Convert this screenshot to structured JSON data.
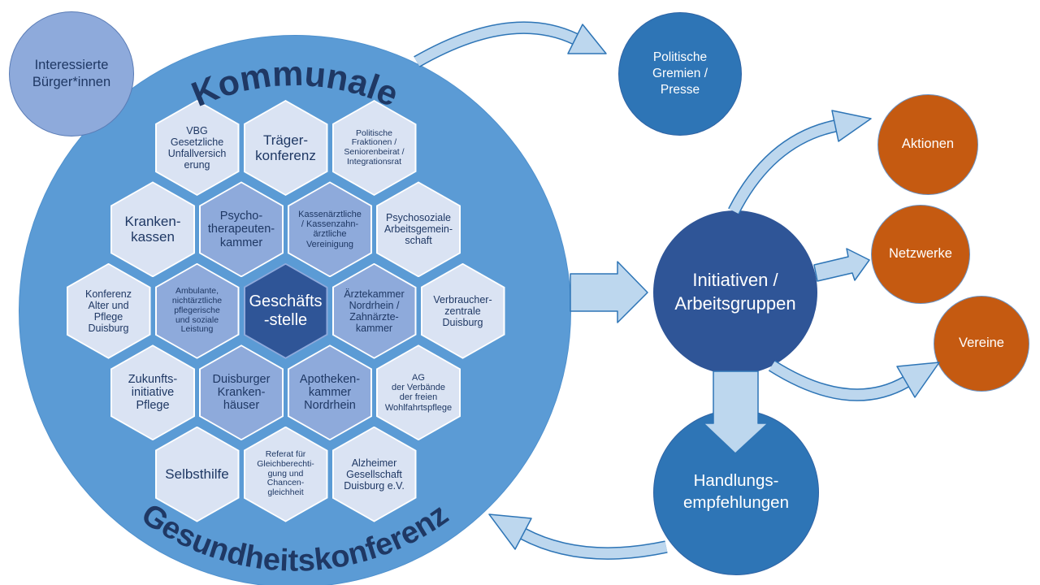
{
  "title": {
    "top": "Kommunale",
    "bottom": "Gesundheitskonferenz"
  },
  "colors": {
    "circle_bg": "#5B9BD5",
    "hex_light": "#DAE3F3",
    "hex_medium": "#8EAADB",
    "hex_dark": "#2F5597",
    "satellite_periwinkle": "#8EAADB",
    "satellite_blue": "#2E75B6",
    "satellite_dark_blue": "#2F5597",
    "satellite_orange": "#C55A11",
    "arrow_fill": "#BDD7EE",
    "arrow_outline": "#2E75B6",
    "title_color": "#1F3864",
    "text_dark": "#1F3864"
  },
  "hexagon_rows": [
    [
      {
        "id": "vbg-gesetzliche-unfallversicherung",
        "label": "VBG\nGesetzliche\nUnfallversich\nerung",
        "tone": "light"
      },
      {
        "id": "traegerkonferenz",
        "label": "Träger-\nkonferenz",
        "tone": "light"
      },
      {
        "id": "politische-fraktionen",
        "label": "Politische\nFraktionen /\nSeniorenbeirat /\nIntegrationsrat",
        "tone": "light"
      }
    ],
    [
      {
        "id": "krankenkassen",
        "label": "Kranken-\nkassen",
        "tone": "light"
      },
      {
        "id": "psychotherapeutenkammer",
        "label": "Psycho-\ntherapeuten-\nkammer",
        "tone": "medium"
      },
      {
        "id": "kassenaerztliche-vereinigung",
        "label": "Kassenärztliche\n/ Kassenzahn-\närztliche\nVereinigung",
        "tone": "medium"
      },
      {
        "id": "psychosoziale-arbeitsgemeinschaft",
        "label": "Psychosoziale\nArbeitsgemein-\nschaft",
        "tone": "light"
      }
    ],
    [
      {
        "id": "konferenz-alter-und-pflege",
        "label": "Konferenz\nAlter und\nPflege\nDuisburg",
        "tone": "light"
      },
      {
        "id": "ambulante-leistung",
        "label": "Ambulante,\nnichtärztliche\npflegerische\nund soziale\nLeistung",
        "tone": "medium"
      },
      {
        "id": "geschaeftsstelle",
        "label": "Geschäfts\n-stelle",
        "tone": "dark"
      },
      {
        "id": "aerztekammer-zahnaerztekammer",
        "label": "Ärztekammer\nNordrhein /\nZahnärzte-\nkammer",
        "tone": "medium"
      },
      {
        "id": "verbraucherzentrale",
        "label": "Verbraucher-\nzentrale\nDuisburg",
        "tone": "light"
      }
    ],
    [
      {
        "id": "zukunftsinitiative-pflege",
        "label": "Zukunfts-\ninitiative\nPflege",
        "tone": "light"
      },
      {
        "id": "duisburger-krankenhaeuser",
        "label": "Duisburger\nKranken-\nhäuser",
        "tone": "medium"
      },
      {
        "id": "apothekenkammer-nordrhein",
        "label": "Apotheken-\nkammer\nNordrhein",
        "tone": "medium"
      },
      {
        "id": "ag-freie-wohlfahrtspflege",
        "label": "AG\nder Verbände\nder freien\nWohlfahrtspflege",
        "tone": "light"
      }
    ],
    [
      {
        "id": "selbsthilfe",
        "label": "Selbsthilfe",
        "tone": "light"
      },
      {
        "id": "referat-gleichberechtigung",
        "label": "Referat für\nGleichberechti-\ngung und\nChancen-\ngleichheit",
        "tone": "light"
      },
      {
        "id": "alzheimer-gesellschaft",
        "label": "Alzheimer\nGesellschaft\nDuisburg e.V.",
        "tone": "light"
      }
    ]
  ],
  "satellites": [
    {
      "id": "interessierte-buergerinnen",
      "label": "Interessierte\nBürger*innen",
      "variant": "periwinkle"
    },
    {
      "id": "politische-gremien-presse",
      "label": "Politische\nGremien /\nPresse",
      "variant": "blue"
    },
    {
      "id": "initiativen-arbeitsgruppen",
      "label": "Initiativen /\nArbeitsgruppen",
      "variant": "dark-blue"
    },
    {
      "id": "aktionen",
      "label": "Aktionen",
      "variant": "orange"
    },
    {
      "id": "netzwerke",
      "label": "Netzwerke",
      "variant": "orange"
    },
    {
      "id": "vereine",
      "label": "Vereine",
      "variant": "orange"
    },
    {
      "id": "handlungsempfehlungen",
      "label": "Handlungs-\nempfehlungen",
      "variant": "blue"
    }
  ]
}
